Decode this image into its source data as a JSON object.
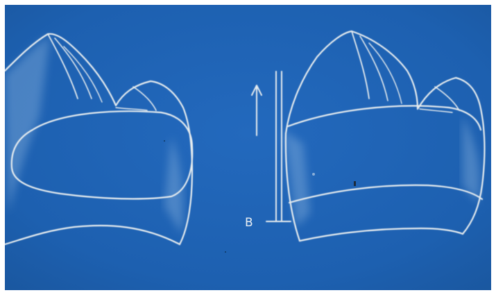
{
  "diagram": {
    "background_color": "#1f63b3",
    "line_color": "#e6ecef",
    "labels": {
      "reference_label": "B"
    },
    "figures": [
      {
        "name": "left-tooth",
        "shape": "molar crown with oval outline on facial surface"
      },
      {
        "name": "right-tooth",
        "shape": "molar crown with horizontal band across facial surface"
      }
    ],
    "indicators": [
      {
        "name": "upward-arrow-icon",
        "direction": "up"
      },
      {
        "name": "vertical-guide-lines",
        "count": 2
      }
    ]
  }
}
